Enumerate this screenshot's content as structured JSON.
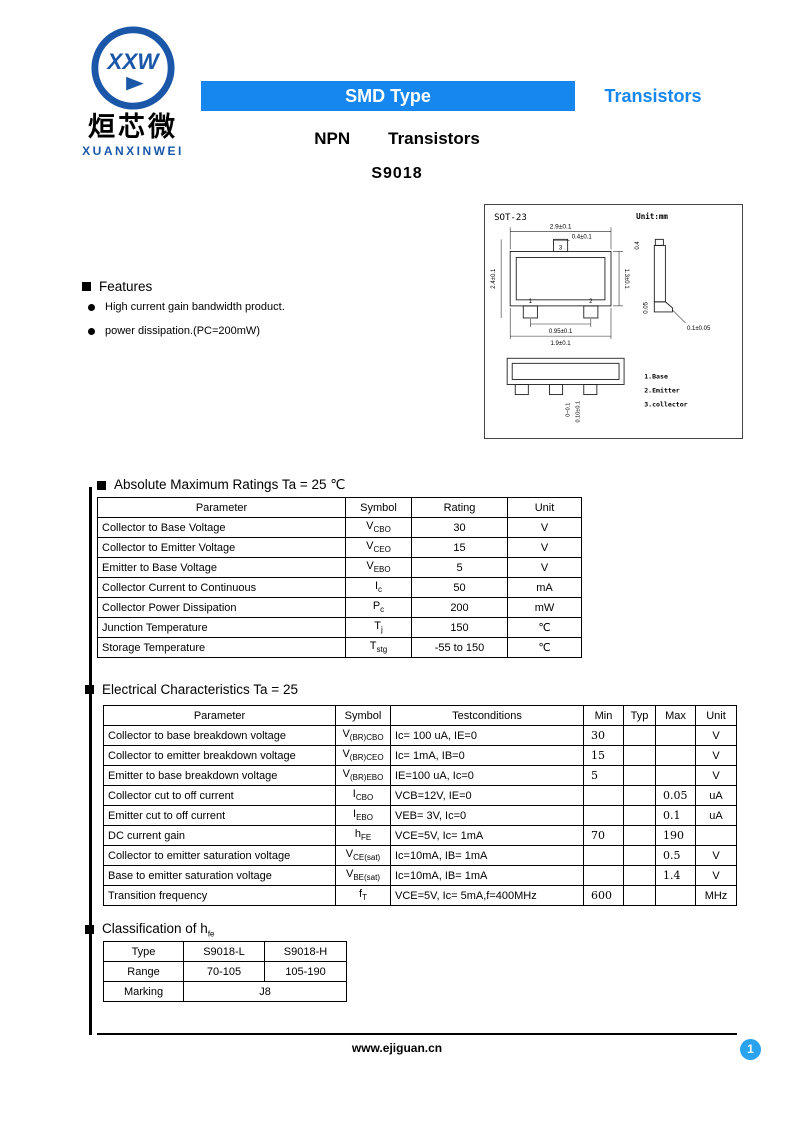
{
  "colors": {
    "banner_blue": "#1787f0",
    "logo_blue": "#1a57a8",
    "page_badge_blue": "#2aa2ee"
  },
  "logo": {
    "monogram": "XXW",
    "cjk_name": "烜芯微",
    "latin_name": "XUANXINWEI"
  },
  "banner": {
    "left_label": "SMD Type",
    "right_label": "Transistors"
  },
  "title": {
    "type": "NPN",
    "family": "Transistors",
    "part_number": "S9018"
  },
  "features": {
    "heading": "Features",
    "items": [
      "High current gain bandwidth product.",
      "power dissipation.(PC=200mW)"
    ]
  },
  "drawing": {
    "package": "SOT-23",
    "unit": "Unit:mm",
    "dims": {
      "body_width": "2.9±0.1",
      "pin_width": "0.4±0.1",
      "body_height": "1.3±0.1",
      "overall_height": "2.4±0.1",
      "pin_pitch": "0.95±0.1",
      "pin_span": "1.9±0.1",
      "lead_top": "0.4",
      "standoff": "0.05",
      "lead_thickness": "0.1±0.05",
      "seat_a": "0~0.1",
      "seat_b": "0.10±0.1"
    },
    "pins": {
      "p1": "1",
      "p2": "2",
      "p3": "3"
    },
    "notes": [
      "1.Base",
      "2.Emitter",
      "3.collector"
    ]
  },
  "abs_max": {
    "heading": "Absolute Maximum Ratings Ta = 25 ℃",
    "headers": [
      "Parameter",
      "Symbol",
      "Rating",
      "Unit"
    ],
    "rows": [
      {
        "param": "Collector to Base Voltage",
        "sym": "V",
        "sub": "CBO",
        "rating": "30",
        "unit": "V"
      },
      {
        "param": "Collector to Emitter Voltage",
        "sym": "V",
        "sub": "CEO",
        "rating": "15",
        "unit": "V"
      },
      {
        "param": "Emitter to Base Voltage",
        "sym": "V",
        "sub": "EBO",
        "rating": "5",
        "unit": "V"
      },
      {
        "param": "Collector Current to Continuous",
        "sym": "I",
        "sub": "c",
        "rating": "50",
        "unit": "mA"
      },
      {
        "param": "Collector Power Dissipation",
        "sym": "P",
        "sub": "c",
        "rating": "200",
        "unit": "mW"
      },
      {
        "param": "Junction Temperature",
        "sym": "T",
        "sub": "j",
        "rating": "150",
        "unit": "℃"
      },
      {
        "param": "Storage Temperature",
        "sym": "T",
        "sub": "stg",
        "rating": "-55 to 150",
        "unit": "℃"
      }
    ]
  },
  "elec": {
    "heading": "Electrical Characteristics Ta = 25",
    "headers": [
      "Parameter",
      "Symbol",
      "Testconditions",
      "Min",
      "Typ",
      "Max",
      "Unit"
    ],
    "rows": [
      {
        "param": "Collector to base breakdown voltage",
        "sym": "V",
        "sub": "(BR)CBO",
        "cond": "Ic= 100 uA, IE=0",
        "min": "30",
        "typ": "",
        "max": "",
        "unit": "V"
      },
      {
        "param": "Collector to emitter breakdown voltage",
        "sym": "V",
        "sub": "(BR)CEO",
        "cond": "Ic= 1mA, IB=0",
        "min": "15",
        "typ": "",
        "max": "",
        "unit": "V"
      },
      {
        "param": "Emitter to base breakdown voltage",
        "sym": "V",
        "sub": "(BR)EBO",
        "cond": "IE=100 uA, Ic=0",
        "min": "5",
        "typ": "",
        "max": "",
        "unit": "V"
      },
      {
        "param": "Collector cut to off current",
        "sym": "I",
        "sub": "CBO",
        "cond": "VCB=12V, IE=0",
        "min": "",
        "typ": "",
        "max": "0.05",
        "unit": "uA"
      },
      {
        "param": "Emitter cut to off current",
        "sym": "I",
        "sub": "EBO",
        "cond": "VEB= 3V, Ic=0",
        "min": "",
        "typ": "",
        "max": "0.1",
        "unit": "uA"
      },
      {
        "param": "DC current gain",
        "sym": "h",
        "sub": "FE",
        "cond": "VCE=5V, Ic= 1mA",
        "min": "70",
        "typ": "",
        "max": "190",
        "unit": ""
      },
      {
        "param": "Collector to emitter saturation voltage",
        "sym": "V",
        "sub": "CE(sat)",
        "cond": "Ic=10mA, IB= 1mA",
        "min": "",
        "typ": "",
        "max": "0.5",
        "unit": "V"
      },
      {
        "param": "Base to emitter saturation voltage",
        "sym": "V",
        "sub": "BE(sat)",
        "cond": "Ic=10mA, IB= 1mA",
        "min": "",
        "typ": "",
        "max": "1.4",
        "unit": "V"
      },
      {
        "param": "Transition frequency",
        "sym": "f",
        "sub": "T",
        "cond": "VCE=5V, Ic= 5mA,f=400MHz",
        "min": "600",
        "typ": "",
        "max": "",
        "unit": "MHz"
      }
    ]
  },
  "classification": {
    "heading_main": "Classification of h",
    "heading_sub": "fe",
    "type_label": "Type",
    "type_l": "S9018-L",
    "type_h": "S9018-H",
    "range_label": "Range",
    "range_l": "70-105",
    "range_h": "105-190",
    "marking_label": "Marking",
    "marking_value": "J8"
  },
  "footer": {
    "website": "www.ejiguan.cn",
    "page_number": "1"
  }
}
